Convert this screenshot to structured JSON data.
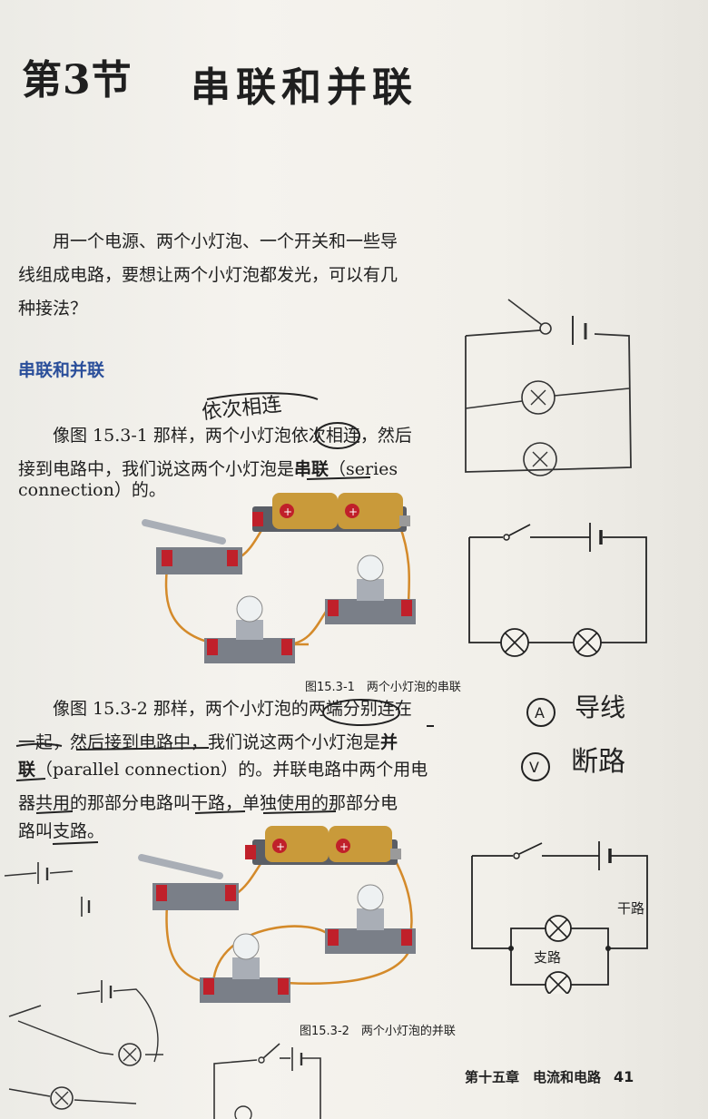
{
  "header": {
    "section": "第3节",
    "title": "串联和并联"
  },
  "intro": {
    "line1": "用一个电源、两个小灯泡、一个开关和一些导",
    "line2": "线组成电路，要想让两个小灯泡都发光，可以有几",
    "line3": "种接法？"
  },
  "subheading": "串联和并联",
  "series_para": {
    "line1": "像图 15.3-1 那样，两个小灯泡依次相连，然后",
    "line2_a": "接到电路中，我们说这两个小灯泡是",
    "line2_term": "串联",
    "line2_b": "（series",
    "line3": "connection）的。"
  },
  "parallel_para": {
    "line1": "像图 15.3-2 那样，两个小灯泡的两端分别连在",
    "line2_a": "一起，然后接到电路中，我们说这两个小灯泡是",
    "line2_term": "并",
    "line3_term": "联",
    "line3_b": "（parallel connection）的。并联电路中两个用电",
    "line4": "器共用的那部分电路叫干路，单独使用的那部分电",
    "line5": "路叫支路。"
  },
  "captions": {
    "fig1": "图15.3-1　两个小灯泡的串联",
    "fig2": "图15.3-2　两个小灯泡的并联"
  },
  "annotations": {
    "handwritten_top": "依次相连",
    "legend_lamp": "导线",
    "legend_meter": "断路",
    "diagram_main_label": "干路",
    "diagram_branch_label": "支路"
  },
  "footer": {
    "chapter": "第十五章　电流和电路",
    "page": "41"
  },
  "colors": {
    "heading_blue": "#2a4e9a",
    "battery_gold": "#c99a3a",
    "terminal_red": "#c0202a",
    "wire_orange": "#d48a2a"
  }
}
